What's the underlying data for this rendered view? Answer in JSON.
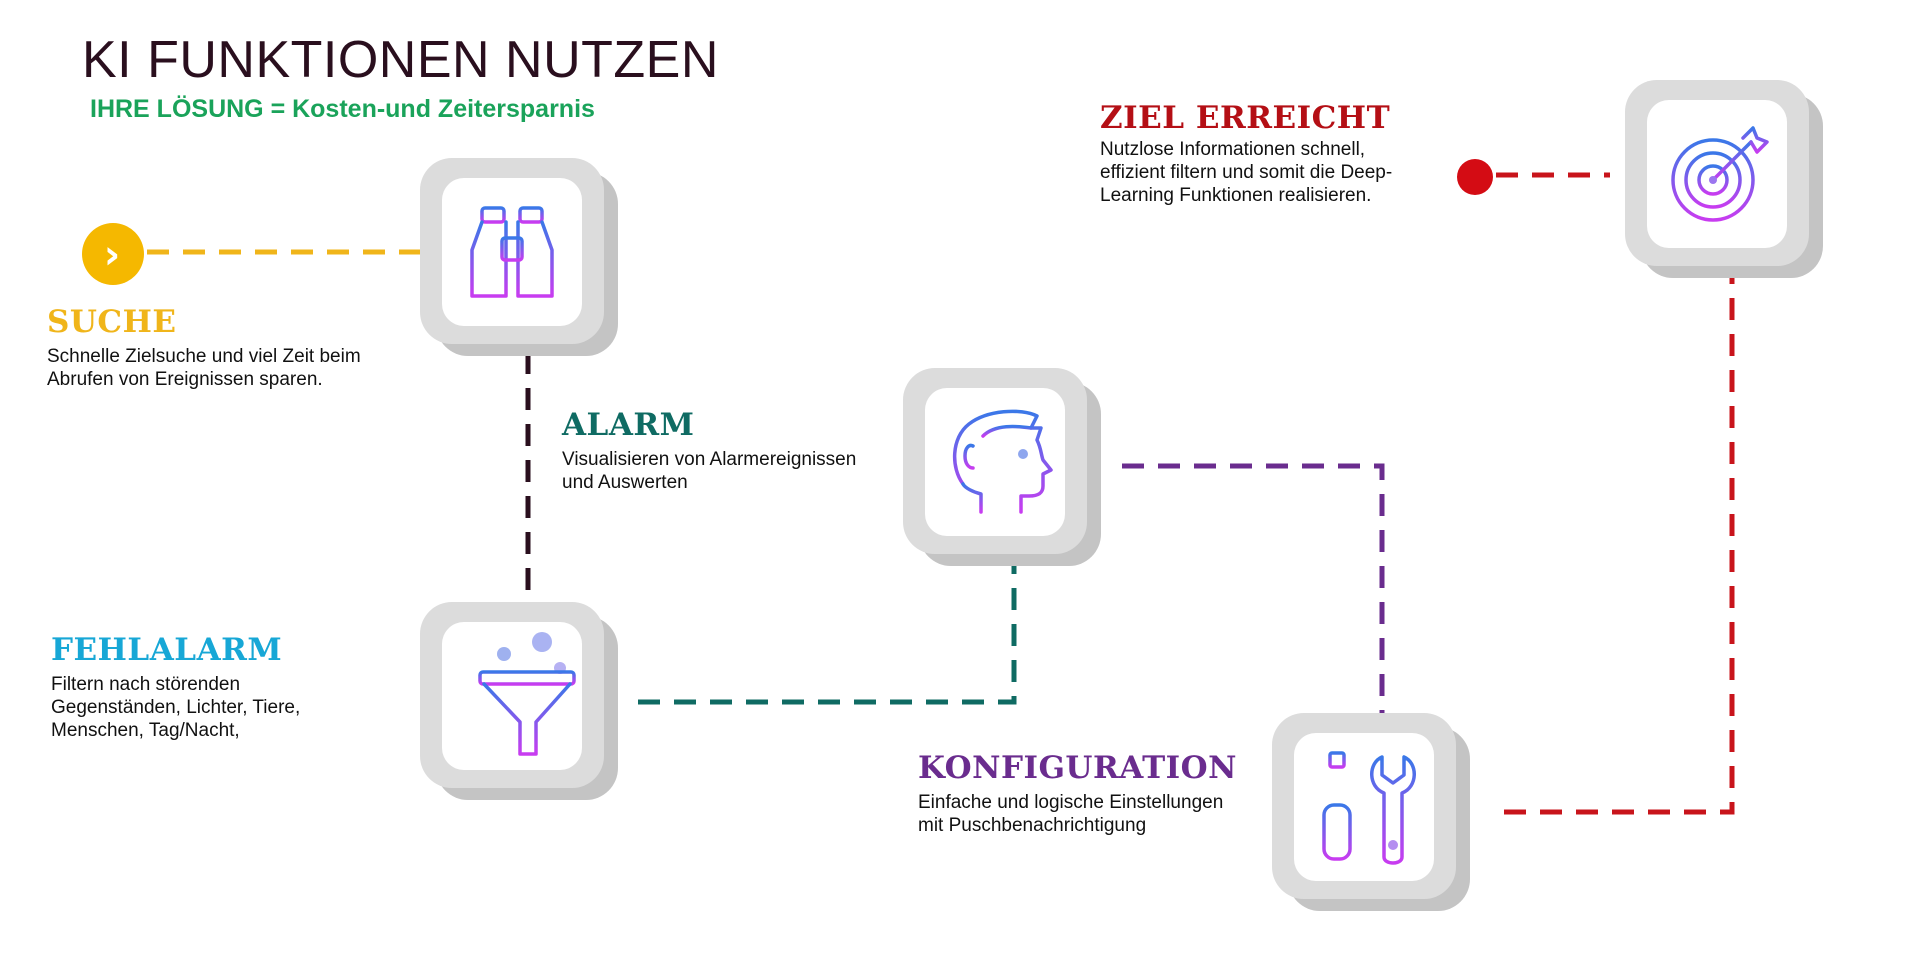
{
  "header": {
    "title": "KI FUNKTIONEN NUTZEN",
    "subtitle": "IHRE LÖSUNG = Kosten-und Zeitersparnis"
  },
  "start_marker": {
    "glyph": "›",
    "color": "#f5b800"
  },
  "steps": {
    "suche": {
      "title": "SUCHE",
      "line1": "Schnelle Zielsuche und viel Zeit beim",
      "line2": "Abrufen von Ereignissen sparen.",
      "color": "#f0b51a",
      "icon": "binoculars-icon"
    },
    "alarm": {
      "title": "ALARM",
      "line1": "Visualisieren von Alarmereignissen",
      "line2": "und Auswerten",
      "color": "#0f6b63",
      "icon": "human-head-icon"
    },
    "fehlalarm": {
      "title": "FEHLALARM",
      "line1": "Filtern nach störenden",
      "line2": "Gegenständen, Lichter, Tiere,",
      "line3": "Menschen, Tag/Nacht,",
      "color": "#17a7d6",
      "icon": "funnel-filter-icon"
    },
    "konfiguration": {
      "title": "KONFIGURATION",
      "line1": "Einfache und logische Einstellungen",
      "line2": "mit Puschbenachrichtigung",
      "color": "#6a2c8e",
      "icon": "tools-icon"
    },
    "ziel": {
      "title": "ZIEL ERREICHT",
      "line1": "Nutzlose Informationen schnell,",
      "line2": "effizient filtern und somit die Deep-",
      "line3": "Learning Funktionen realisieren.",
      "color": "#b40f15",
      "icon": "target-icon"
    }
  },
  "connector_colors": {
    "suche": "#f0b51a",
    "suche_to_fehlalarm": "#2a0f1e",
    "fehlalarm_to_alarm": "#0f6b63",
    "alarm_to_konfiguration": "#6a2c8e",
    "konfiguration_to_ziel": "#c8141b"
  },
  "icon_gradient": {
    "start": "#3a78e8",
    "end": "#c83cf0"
  }
}
